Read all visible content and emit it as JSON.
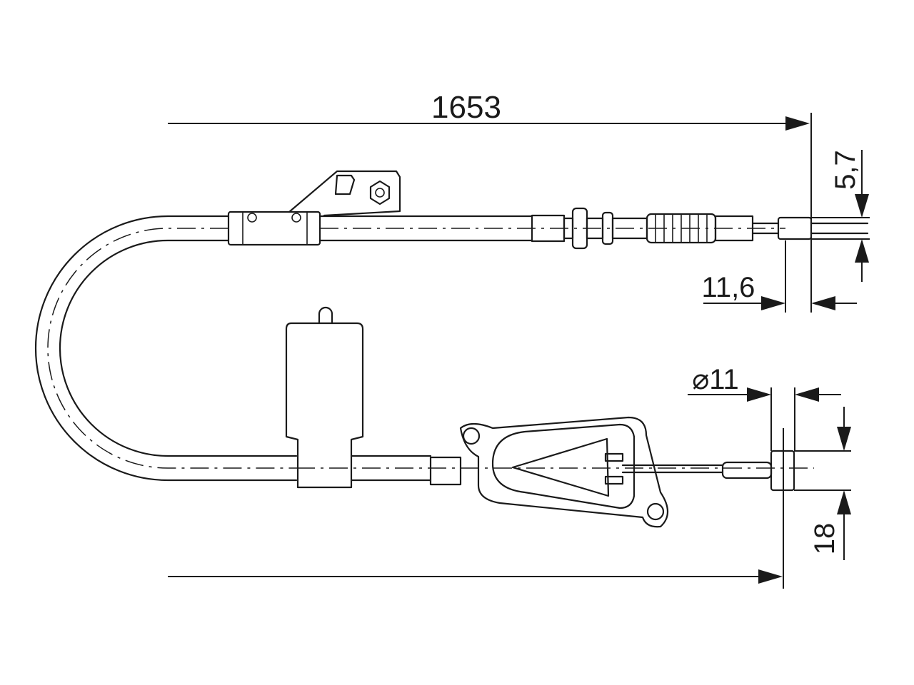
{
  "diagram": {
    "dimensions": {
      "overall_length": "1653",
      "end_fitting_diameter_top": "5,7",
      "end_fitting_length_top": "11,6",
      "end_fitting_diameter_bottom": "⌀11",
      "end_fitting_length_bottom": "18"
    }
  }
}
